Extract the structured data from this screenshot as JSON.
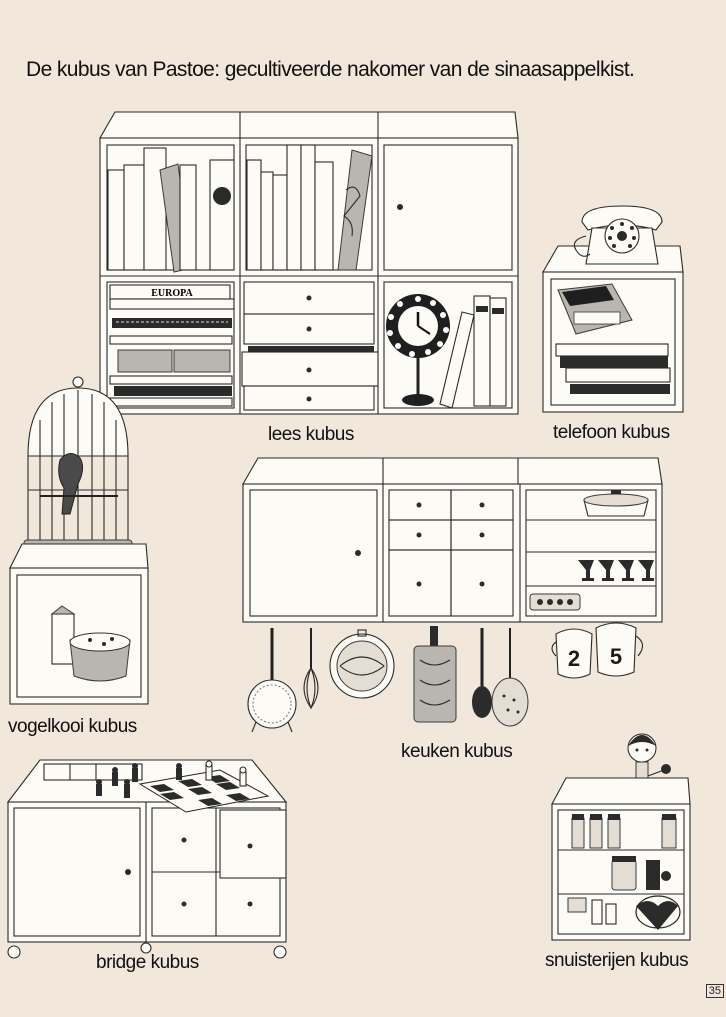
{
  "headline": "De kubus van Pastoe: gecultiveerde nakomer van de sinaasappelkist.",
  "captions": {
    "lees": "lees kubus",
    "telefoon": "telefoon kubus",
    "vogelkooi": "vogelkooi kubus",
    "keuken": "keuken kubus",
    "bridge": "bridge kubus",
    "snuisterijen": "snuisterijen kubus"
  },
  "book_label": "EUROPA",
  "mug_numbers": [
    "2",
    "5"
  ],
  "page_number": "35"
}
